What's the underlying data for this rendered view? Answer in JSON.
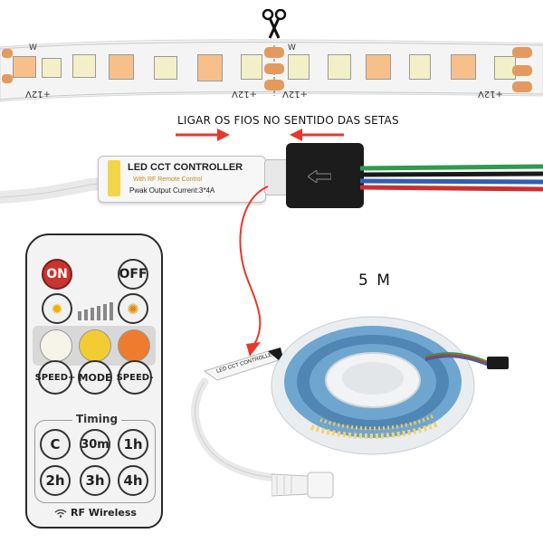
{
  "strip": {
    "voltage_label": "+12V",
    "pad_label": "W"
  },
  "instruction": {
    "text": "LIGAR OS FIOS NO SENTIDO DAS SETAS"
  },
  "controller": {
    "title": "LED CCT CONTROLLER",
    "subtitle": "With RF Remote Control",
    "output": "Pwak Output Current:3*4A"
  },
  "product": {
    "length": "5 M",
    "small_controller_title": "LED CCT CONTROLLER"
  },
  "remote": {
    "on": "ON",
    "off": "OFF",
    "speed_plus": "SPEED+",
    "mode": "MODE",
    "speed_minus": "SPEED-",
    "timing_label": "Timing",
    "timers": [
      "C",
      "30m",
      "1h",
      "2h",
      "3h",
      "4h"
    ],
    "brand": "RF Wireless"
  },
  "colors": {
    "on_button": "#c8342f",
    "warm_white": "#f6f3e8",
    "neutral_yellow": "#f3cb33",
    "orange": "#ee7b2e",
    "arrow_red": "#e8372c"
  }
}
